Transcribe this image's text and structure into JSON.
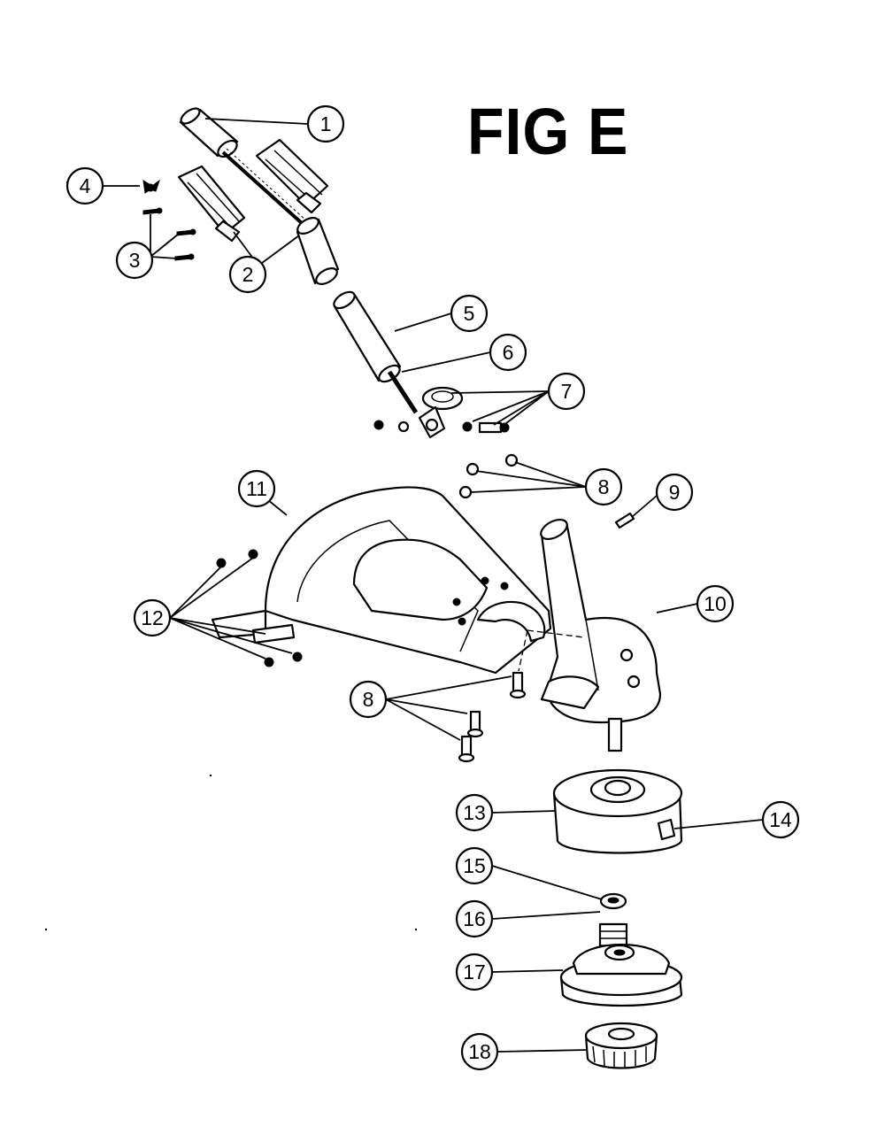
{
  "title": "FIG E",
  "callouts": [
    "1",
    "2",
    "3",
    "4",
    "5",
    "6",
    "7",
    "8",
    "9",
    "10",
    "11",
    "12",
    "13",
    "14",
    "15",
    "16",
    "17",
    "18"
  ]
}
